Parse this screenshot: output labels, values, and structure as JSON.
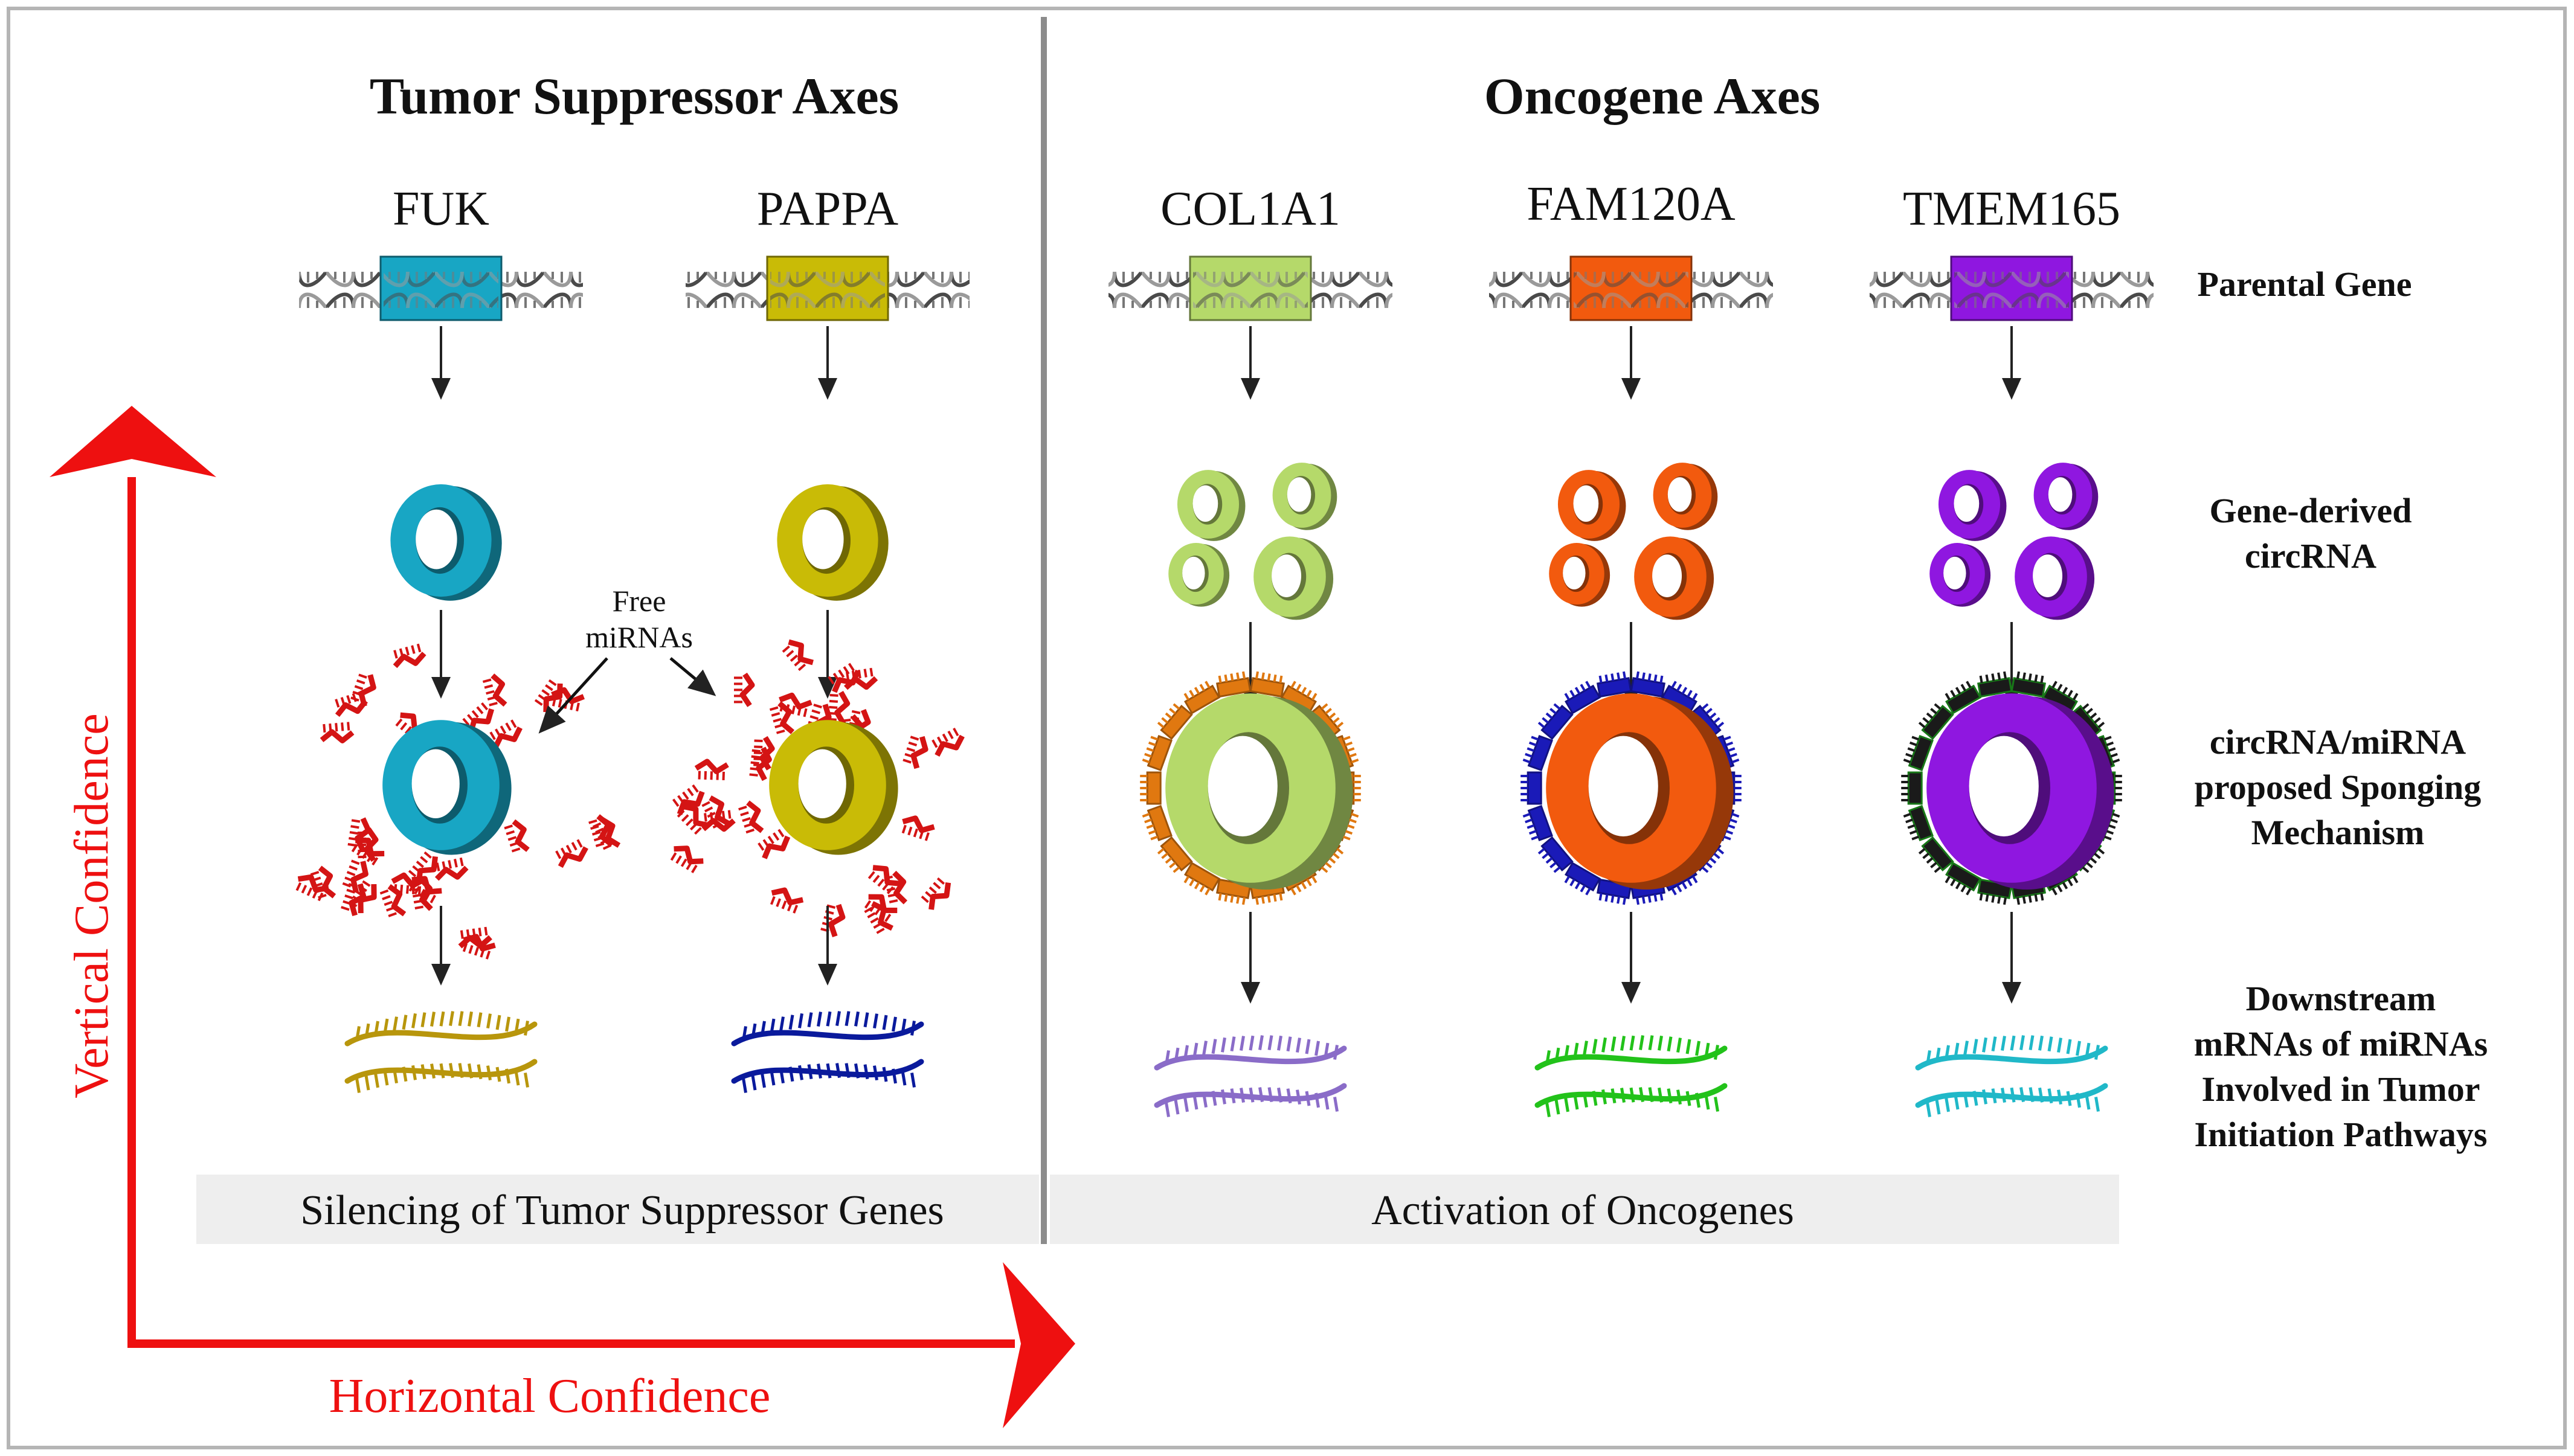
{
  "left_panel": {
    "title": "Tumor Suppressor Axes",
    "genes": [
      {
        "name": "FUK",
        "color": "#18a6c4",
        "mrna_color": "#b8960c"
      },
      {
        "name": "PAPPA",
        "color": "#c9bb06",
        "mrna_color": "#0a1a9c"
      }
    ],
    "free_mirnas_line1": "Free",
    "free_mirnas_line2": "miRNAs",
    "mirna_color": "#d41414",
    "outcome": "Silencing of Tumor Suppressor Genes"
  },
  "right_panel": {
    "title": "Oncogene Axes",
    "genes": [
      {
        "name": "COL1A1",
        "color": "#b5d96a",
        "mirna_color": "#e07810",
        "mrna_color": "#8a6cc8"
      },
      {
        "name": "FAM120A",
        "color": "#f25a0e",
        "mirna_color": "#1a1ab8",
        "mrna_color": "#22c21a"
      },
      {
        "name": "TMEM165",
        "color": "#8f17e0",
        "mirna_color": "#1a1a1a",
        "mrna_color": "#20b8c8"
      }
    ],
    "outcome": "Activation of Oncogenes"
  },
  "row_labels": {
    "parental_gene": "Parental Gene",
    "circrna": [
      "Gene-derived",
      "circRNA"
    ],
    "sponging": [
      "circRNA/miRNA",
      "proposed Sponging",
      "Mechanism"
    ],
    "mrnas": [
      "Downstream",
      "mRNAs of miRNAs",
      "Involved in Tumor",
      "Initiation Pathways"
    ]
  },
  "axes": {
    "vertical_label": "Vertical Confidence",
    "horizontal_label": "Horizontal  Confidence",
    "color": "#ee1010"
  }
}
